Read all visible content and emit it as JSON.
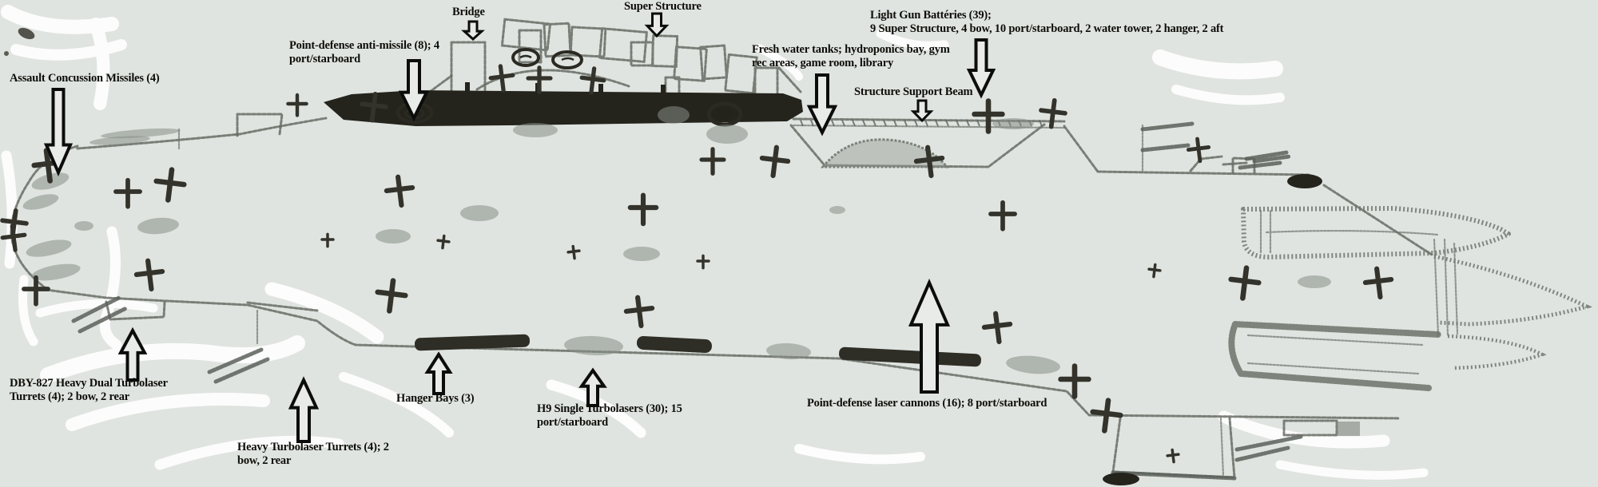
{
  "figure": {
    "kind": "hand-drawn starship side-profile diagram, pencil sketch on gray paper with typed labels",
    "colors": {
      "paper": "#e0e4e0",
      "pencil": "#666c64",
      "ink_dark": "#24241d",
      "label_text": "#0d0d08",
      "arrow_fill": "#e8ebe7",
      "arrow_outline": "#0c0c0c",
      "white_streaks": "#ffffff"
    }
  },
  "annotations": [
    {
      "id": "assault-concussion-missiles",
      "arrow": "down",
      "text": "Assault Concussion Missiles (4)"
    },
    {
      "id": "point-defense-anti-missile",
      "arrow": "down",
      "text": "Point-defense anti-missile (8); 4\nport/starboard"
    },
    {
      "id": "bridge",
      "arrow": "down",
      "text": "Bridge"
    },
    {
      "id": "super-structure",
      "arrow": "down",
      "text": "Super Structure"
    },
    {
      "id": "fresh-water-tanks",
      "arrow": "down",
      "text": "Fresh water tanks; hydroponics bay, gym\nrec areas, game room, library"
    },
    {
      "id": "structure-support-beam",
      "arrow": "down",
      "text": "Structure Support Beam"
    },
    {
      "id": "light-gun-batteries",
      "arrow": "down",
      "text": "Light Gun Battéries (39);\n9 Super Structure, 4 bow, 10 port/starboard, 2 water tower, 2 hanger, 2 aft"
    },
    {
      "id": "dby-827-turrets",
      "arrow": "up",
      "text": "DBY-827 Heavy Dual Turbolaser\nTurrets (4); 2 bow, 2 rear"
    },
    {
      "id": "heavy-turbolaser-turrets",
      "arrow": "up",
      "text": "Heavy Turbolaser Turrets (4); 2\nbow, 2 rear"
    },
    {
      "id": "hanger-bays",
      "arrow": "up",
      "text": "Hanger Bays (3)"
    },
    {
      "id": "h9-single-turbolasers",
      "arrow": "up",
      "text": "H9 Single Turbolasers (30); 15\nport/starboard"
    },
    {
      "id": "point-defense-laser-cannons",
      "arrow": "up",
      "text": "Point-defense laser cannons (16); 8 port/starboard"
    }
  ]
}
